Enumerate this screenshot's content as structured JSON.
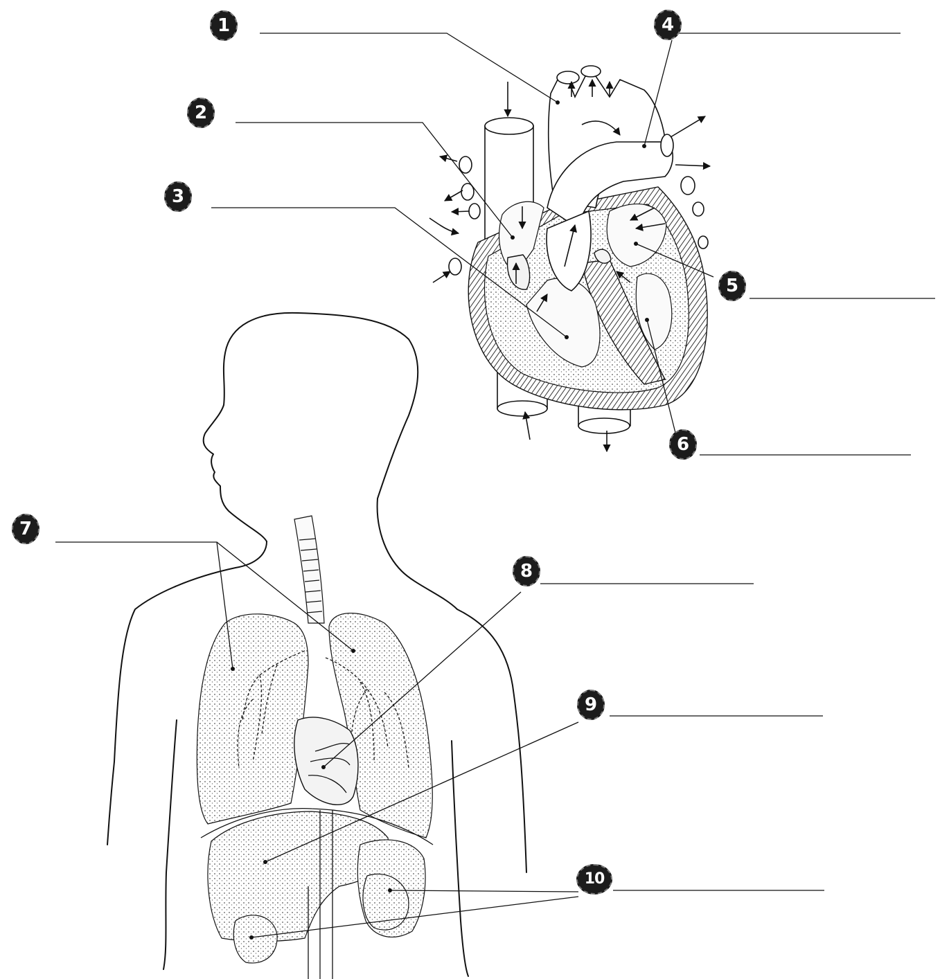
{
  "markers": [
    {
      "id": 1,
      "text": "1"
    },
    {
      "id": 2,
      "text": "2"
    },
    {
      "id": 3,
      "text": "3"
    },
    {
      "id": 4,
      "text": "4"
    },
    {
      "id": 5,
      "text": "5"
    },
    {
      "id": 6,
      "text": "6"
    },
    {
      "id": 7,
      "text": "7"
    },
    {
      "id": 8,
      "text": "8"
    },
    {
      "id": 9,
      "text": "9"
    },
    {
      "id": 10,
      "text": "10"
    }
  ]
}
